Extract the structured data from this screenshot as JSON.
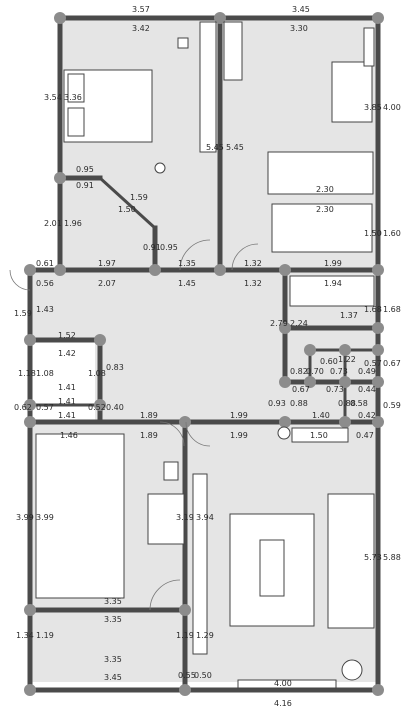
{
  "dimensions": {
    "top_left": "3.57",
    "top_right": "3.45",
    "bed_top": "3.42",
    "living_top": "3.30",
    "bed_left": "3.54",
    "bed_wall": "3.36",
    "wall_545a": "5.45",
    "wall_545b": "5.45",
    "right_outer_top": "4.00",
    "right_inner_top": "3.85",
    "d095": "0.95",
    "d091": "0.91",
    "diag_159": "1.59",
    "diag_150": "1.50",
    "d201": "2.01",
    "d196": "1.96",
    "d091b": "0.91",
    "d095b": "0.95",
    "d230a": "2.30",
    "d230b": "2.30",
    "r160a": "1.60",
    "r150": "1.50",
    "d061": "0.61",
    "d197": "1.97",
    "d135": "1.35",
    "d132a": "1.32",
    "d199": "1.99",
    "d056": "0.56",
    "d207": "2.07",
    "d145": "1.45",
    "d132b": "1.32",
    "d194": "1.94",
    "r168a": "1.68",
    "r168b": "1.68",
    "d159l": "1.59",
    "d143": "1.43",
    "d279": "2.79",
    "d224": "2.24",
    "d137": "1.37",
    "d152": "1.52",
    "d142": "1.42",
    "d118": "1.18",
    "d108a": "1.08",
    "d108b": "1.08",
    "d083": "0.83",
    "d122": "1.22",
    "d060": "0.60",
    "d057": "0.57",
    "d067r": "0.67",
    "d082": "0.82",
    "d070": "0.70",
    "d073a": "0.73",
    "d049": "0.49",
    "d141a": "1.41",
    "d067": "0.67",
    "d073b": "0.73",
    "d044": "0.44",
    "d088": "0.88",
    "d093": "0.93",
    "d088b": "0.88",
    "d058": "0.58",
    "d042": "0.42",
    "d059": "0.59",
    "d062": "0.62",
    "d057b": "0.57",
    "d141b": "1.41",
    "d141c": "1.41",
    "d052": "0.52",
    "d040": "0.40",
    "d140": "1.40",
    "d189a": "1.89",
    "d199b": "1.99",
    "d146": "1.46",
    "d189b": "1.89",
    "d199c": "1.99",
    "d150b": "1.50",
    "d047": "0.47",
    "d399a": "3.99",
    "d399b": "3.99",
    "d319": "3.19",
    "d394": "3.94",
    "d573": "5.73",
    "d588": "5.88",
    "d335a": "3.35",
    "d335b": "3.35",
    "d134": "1.34",
    "d119a": "1.19",
    "d119b": "1.19",
    "d129": "1.29",
    "d335c": "3.35",
    "d345": "3.45",
    "d055": "0.55",
    "d050": "0.50",
    "d400b": "4.00",
    "d416": "4.16"
  },
  "colors": {
    "wall": "#4a4a4a",
    "floor": "#e5e5e5",
    "node": "#8c8c8c"
  }
}
